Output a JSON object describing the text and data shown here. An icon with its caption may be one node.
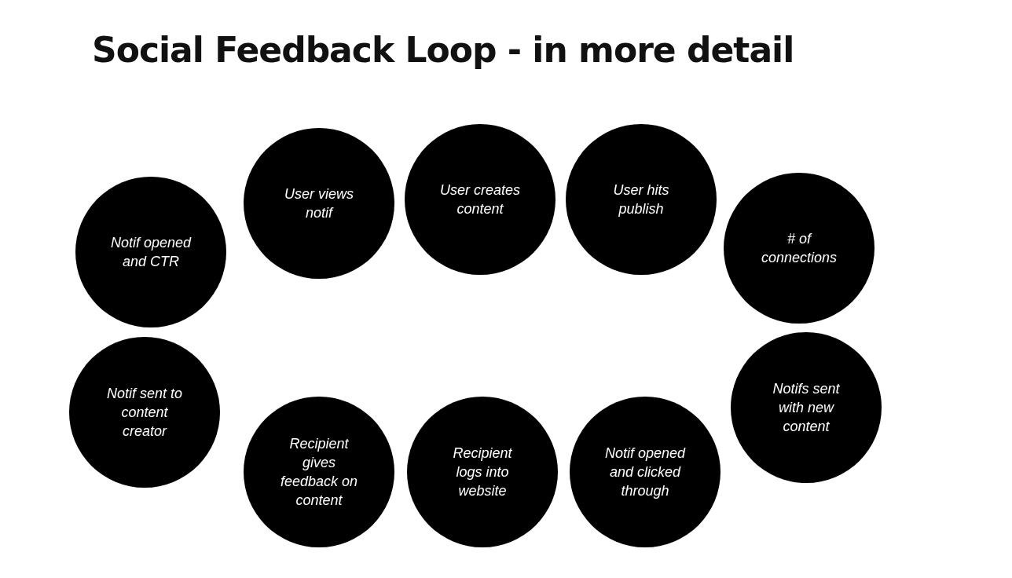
{
  "diagram": {
    "title": "Social Feedback Loop - in more detail",
    "nodes": [
      {
        "text": [
          "Notif opened and CTR"
        ]
      },
      {
        "text": [
          "User views notif"
        ]
      },
      {
        "text": [
          "User creates content"
        ]
      },
      {
        "text": [
          "User hits publish"
        ]
      },
      {
        "text": [
          "# of connections"
        ]
      },
      {
        "text": [
          "Notif sent to content creator"
        ]
      },
      {
        "text": [
          "Recipient gives feedback on content"
        ]
      },
      {
        "text": [
          "Recipient logs into website"
        ]
      },
      {
        "text": [
          "Notif opened and clicked through"
        ]
      },
      {
        "text": [
          "Notifs sent with new content"
        ]
      }
    ],
    "edges": []
  }
}
